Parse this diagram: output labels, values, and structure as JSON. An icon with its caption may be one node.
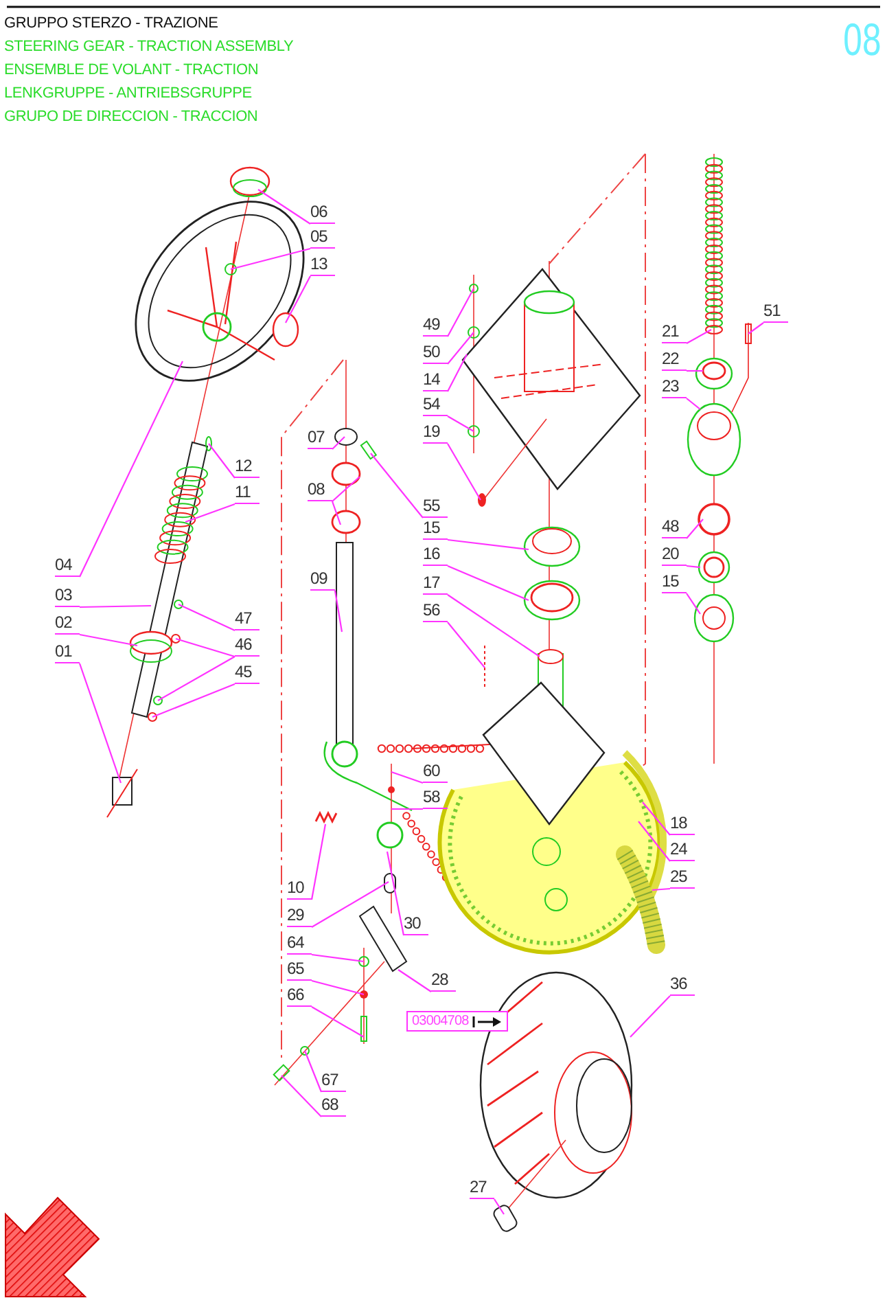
{
  "diagram": {
    "title": "GRUPPO STERZO - TRAZIONE",
    "nodes": [
      {
        "text": [
          "06"
        ]
      },
      {
        "text": [
          "05"
        ]
      },
      {
        "text": [
          "13"
        ]
      },
      {
        "text": [
          "12"
        ]
      },
      {
        "text": [
          "11"
        ]
      },
      {
        "text": [
          "04"
        ]
      },
      {
        "text": [
          "03"
        ]
      },
      {
        "text": [
          "02"
        ]
      },
      {
        "text": [
          "01"
        ]
      },
      {
        "text": [
          "47"
        ]
      },
      {
        "text": [
          "46"
        ]
      },
      {
        "text": [
          "45"
        ]
      },
      {
        "text": [
          "07"
        ]
      },
      {
        "text": [
          "08"
        ]
      },
      {
        "text": [
          "55"
        ]
      },
      {
        "text": [
          "09"
        ]
      },
      {
        "text": [
          "49"
        ]
      },
      {
        "text": [
          "50"
        ]
      },
      {
        "text": [
          "14"
        ]
      },
      {
        "text": [
          "54"
        ]
      },
      {
        "text": [
          "19"
        ]
      },
      {
        "text": [
          "15"
        ]
      },
      {
        "text": [
          "16"
        ]
      },
      {
        "text": [
          "17"
        ]
      },
      {
        "text": [
          "56"
        ]
      },
      {
        "text": [
          "21"
        ]
      },
      {
        "text": [
          "51"
        ]
      },
      {
        "text": [
          "22"
        ]
      },
      {
        "text": [
          "23"
        ]
      },
      {
        "text": [
          "48"
        ]
      },
      {
        "text": [
          "20"
        ]
      },
      {
        "text": [
          "15"
        ]
      },
      {
        "text": [
          "60"
        ]
      },
      {
        "text": [
          "58"
        ]
      },
      {
        "text": [
          "10"
        ]
      },
      {
        "text": [
          "29"
        ]
      },
      {
        "text": [
          "30"
        ]
      },
      {
        "text": [
          "64"
        ]
      },
      {
        "text": [
          "65"
        ]
      },
      {
        "text": [
          "66"
        ]
      },
      {
        "text": [
          "28"
        ]
      },
      {
        "text": [
          "67"
        ]
      },
      {
        "text": [
          "68"
        ]
      },
      {
        "text": [
          "18"
        ]
      },
      {
        "text": [
          "24"
        ]
      },
      {
        "text": [
          "25"
        ]
      },
      {
        "text": [
          "36"
        ]
      },
      {
        "text": [
          "27"
        ]
      },
      {
        "text": [
          "03004708"
        ]
      }
    ],
    "edges": [
      {
        "from": 0,
        "to": null,
        "arrow": "none"
      },
      {
        "from": 1,
        "to": null,
        "arrow": "none"
      },
      {
        "from": 2,
        "to": null,
        "arrow": "none"
      },
      {
        "from": 3,
        "to": null,
        "arrow": "none"
      },
      {
        "from": 4,
        "to": null,
        "arrow": "none"
      },
      {
        "from": 5,
        "to": null,
        "arrow": "none"
      },
      {
        "from": 6,
        "to": null,
        "arrow": "none"
      },
      {
        "from": 7,
        "to": null,
        "arrow": "none"
      },
      {
        "from": 8,
        "to": null,
        "arrow": "none"
      },
      {
        "from": 9,
        "to": null,
        "arrow": "none"
      },
      {
        "from": 10,
        "to": null,
        "arrow": "none"
      },
      {
        "from": 10,
        "to": null,
        "arrow": "none"
      },
      {
        "from": 11,
        "to": null,
        "arrow": "none"
      },
      {
        "from": 12,
        "to": null,
        "arrow": "none"
      },
      {
        "from": 13,
        "to": null,
        "arrow": "none"
      },
      {
        "from": 13,
        "to": null,
        "arrow": "none"
      },
      {
        "from": 14,
        "to": null,
        "arrow": "none"
      },
      {
        "from": 15,
        "to": null,
        "arrow": "none"
      },
      {
        "from": 16,
        "to": null,
        "arrow": "none"
      },
      {
        "from": 17,
        "to": null,
        "arrow": "none"
      },
      {
        "from": 18,
        "to": null,
        "arrow": "none"
      },
      {
        "from": 19,
        "to": null,
        "arrow": "none"
      },
      {
        "from": 20,
        "to": null,
        "arrow": "none"
      },
      {
        "from": 21,
        "to": null,
        "arrow": "none"
      },
      {
        "from": 22,
        "to": null,
        "arrow": "none"
      },
      {
        "from": 23,
        "to": null,
        "arrow": "none"
      },
      {
        "from": 24,
        "to": null,
        "arrow": "none"
      },
      {
        "from": 25,
        "to": null,
        "arrow": "none"
      },
      {
        "from": 26,
        "to": null,
        "arrow": "none"
      },
      {
        "from": 27,
        "to": null,
        "arrow": "none"
      },
      {
        "from": 28,
        "to": null,
        "arrow": "none"
      },
      {
        "from": 29,
        "to": null,
        "arrow": "none"
      },
      {
        "from": 30,
        "to": null,
        "arrow": "none"
      },
      {
        "from": 31,
        "to": null,
        "arrow": "none"
      },
      {
        "from": 32,
        "to": null,
        "arrow": "none"
      },
      {
        "from": 33,
        "to": null,
        "arrow": "none"
      },
      {
        "from": 34,
        "to": null,
        "arrow": "none"
      },
      {
        "from": 35,
        "to": null,
        "arrow": "none"
      },
      {
        "from": 36,
        "to": null,
        "arrow": "none"
      },
      {
        "from": 37,
        "to": null,
        "arrow": "none"
      },
      {
        "from": 38,
        "to": null,
        "arrow": "none"
      },
      {
        "from": 39,
        "to": null,
        "arrow": "none"
      },
      {
        "from": 40,
        "to": null,
        "arrow": "none"
      },
      {
        "from": 41,
        "to": null,
        "arrow": "none"
      },
      {
        "from": 42,
        "to": null,
        "arrow": "none"
      },
      {
        "from": 43,
        "to": null,
        "arrow": "none"
      },
      {
        "from": 44,
        "to": null,
        "arrow": "none"
      },
      {
        "from": 45,
        "to": null,
        "arrow": "none"
      },
      {
        "from": 46,
        "to": null,
        "arrow": "none"
      },
      {
        "from": 47,
        "to": null,
        "arrow": "none"
      }
    ],
    "labels": [
      "STEERING GEAR - TRACTION ASSEMBLY",
      "ENSEMBLE DE VOLANT - TRACTION",
      "LENKGRUPPE - ANTRIEBSGRUPPE",
      "GRUPO DE DIRECCION - TRACCION",
      "08"
    ]
  }
}
